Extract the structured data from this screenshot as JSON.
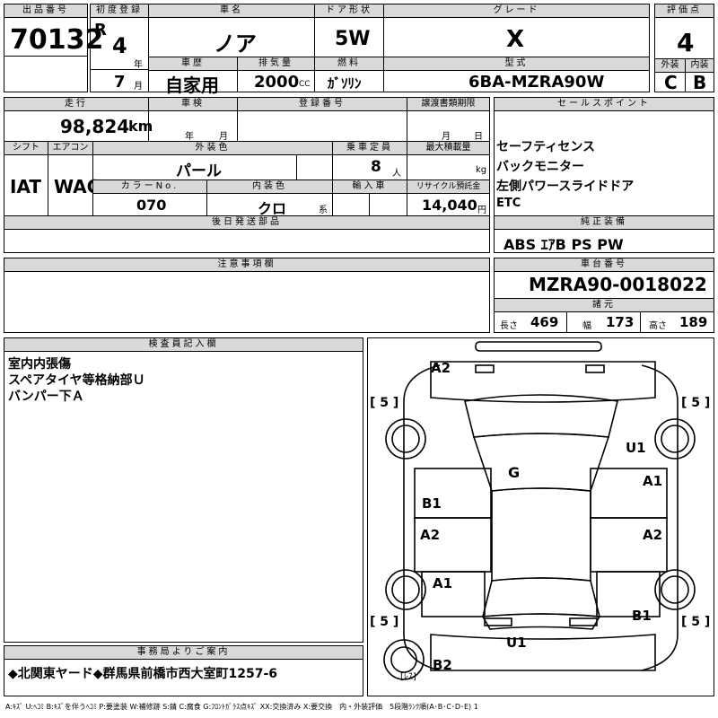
{
  "header": {
    "lot_label": "出品番号",
    "lot_value": "70132",
    "first_reg_label": "初度登録",
    "era": "R",
    "first_reg_year": "4",
    "year_unit": "年",
    "first_reg_month": "7",
    "month_unit": "月",
    "car_name_label": "車名",
    "car_name": "ノア",
    "door_label": "ドア形状",
    "door": "5W",
    "grade_label": "グレード",
    "grade": "X",
    "score_label": "評価点",
    "score": "4",
    "history_label": "車歴",
    "history": "自家用",
    "displacement_label": "排気量",
    "displacement": "2000",
    "cc": "CC",
    "fuel_label": "燃料",
    "fuel": "ｶﾞｿﾘﾝ",
    "model_label": "型式",
    "model": "6BA-MZRA90W",
    "exterior_label": "外装",
    "exterior": "C",
    "interior_label": "内装",
    "interior": "B"
  },
  "row2": {
    "mileage_label": "走行",
    "mileage": "98,824",
    "km": "km",
    "inspection_label": "車検",
    "insp_year": "年",
    "insp_month": "月",
    "reg_no_label": "登録番号",
    "transfer_label": "譲渡書類期限",
    "transfer_month": "月",
    "transfer_day": "日",
    "shift_label": "シフト",
    "shift": "IAT",
    "ac_label": "エアコン",
    "ac": "WAC",
    "ext_color_label": "外装色",
    "ext_color": "パール",
    "capacity_label": "乗車定員",
    "capacity": "8",
    "person_unit": "人",
    "max_load_label": "最大積載量",
    "kg": "kg",
    "color_no_label": "カラーNo.",
    "color_no": "070",
    "int_color_label": "内装色",
    "int_color": "クロ",
    "int_color_unit": "系",
    "import_label": "輸入車",
    "recycle_label": "リサイクル預託金",
    "recycle": "14,040",
    "yen": "円",
    "later_parts_label": "後日発送部品"
  },
  "sales": {
    "label": "セールスポイント",
    "points": [
      "セーフティセンス",
      "バックモニター",
      "左側パワースライドドア",
      "ETC"
    ]
  },
  "equipment": {
    "label": "純正装備",
    "value": "ABS ｴｱB PS PW"
  },
  "notes": {
    "label": "注意事項欄"
  },
  "chassis": {
    "label": "車台番号",
    "value": "MZRA90-0018022",
    "dims_label": "諸元",
    "length_label": "長さ",
    "length": "469",
    "width_label": "幅",
    "width": "173",
    "height_label": "高さ",
    "height": "189"
  },
  "inspector": {
    "label": "検査員記入欄",
    "lines": [
      "室内内張傷",
      "スペアタイヤ等格納部Ｕ",
      "バンパー下Ａ"
    ]
  },
  "diagram": {
    "marks": {
      "a2_top": "A2",
      "g": "G",
      "u1_right": "U1",
      "a1_right": "A1",
      "b1_left": "B1",
      "a2_left": "A2",
      "a2_right": "A2",
      "a1_left": "A1",
      "b1_right": "B1",
      "u1_bottom": "U1",
      "b2": "B2"
    },
    "tire_tl": "[ 5 ]",
    "tire_tr": "[ 5 ]",
    "tire_bl": "[ 5 ]",
    "tire_br": "[ 5 ]",
    "spare": "[ﾚｽ]"
  },
  "office": {
    "label": "事務局よりご案内",
    "text": "◆北関東ヤード◆群馬県前橋市西大室町1257-6"
  },
  "legend": "A:ｷｽﾞ U:ﾍｺﾐ B:ｷｽﾞを伴うﾍｺﾐ P:要塗装 W:補修跡 S:錆 C:腐食 G:ﾌﾛﾝﾄｶﾞﾗｽ点ｷｽﾞ XX:交換済み X:要交換　内・外装評価　5段階ﾗﾝｸ順(A･B･C･D･E) 1"
}
